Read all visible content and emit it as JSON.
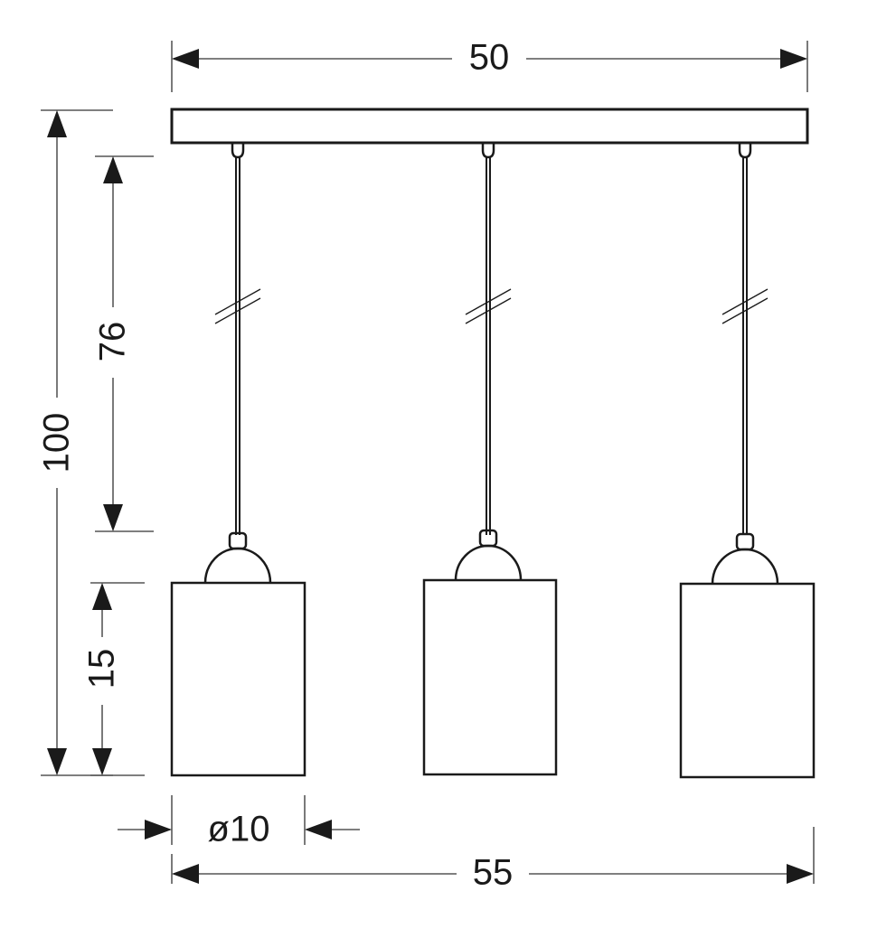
{
  "dimensions": {
    "top_width": "50",
    "total_height": "100",
    "cord_length": "76",
    "shade_height": "15",
    "shade_diameter": "ø10",
    "total_width": "55"
  },
  "lamp_count": 3
}
